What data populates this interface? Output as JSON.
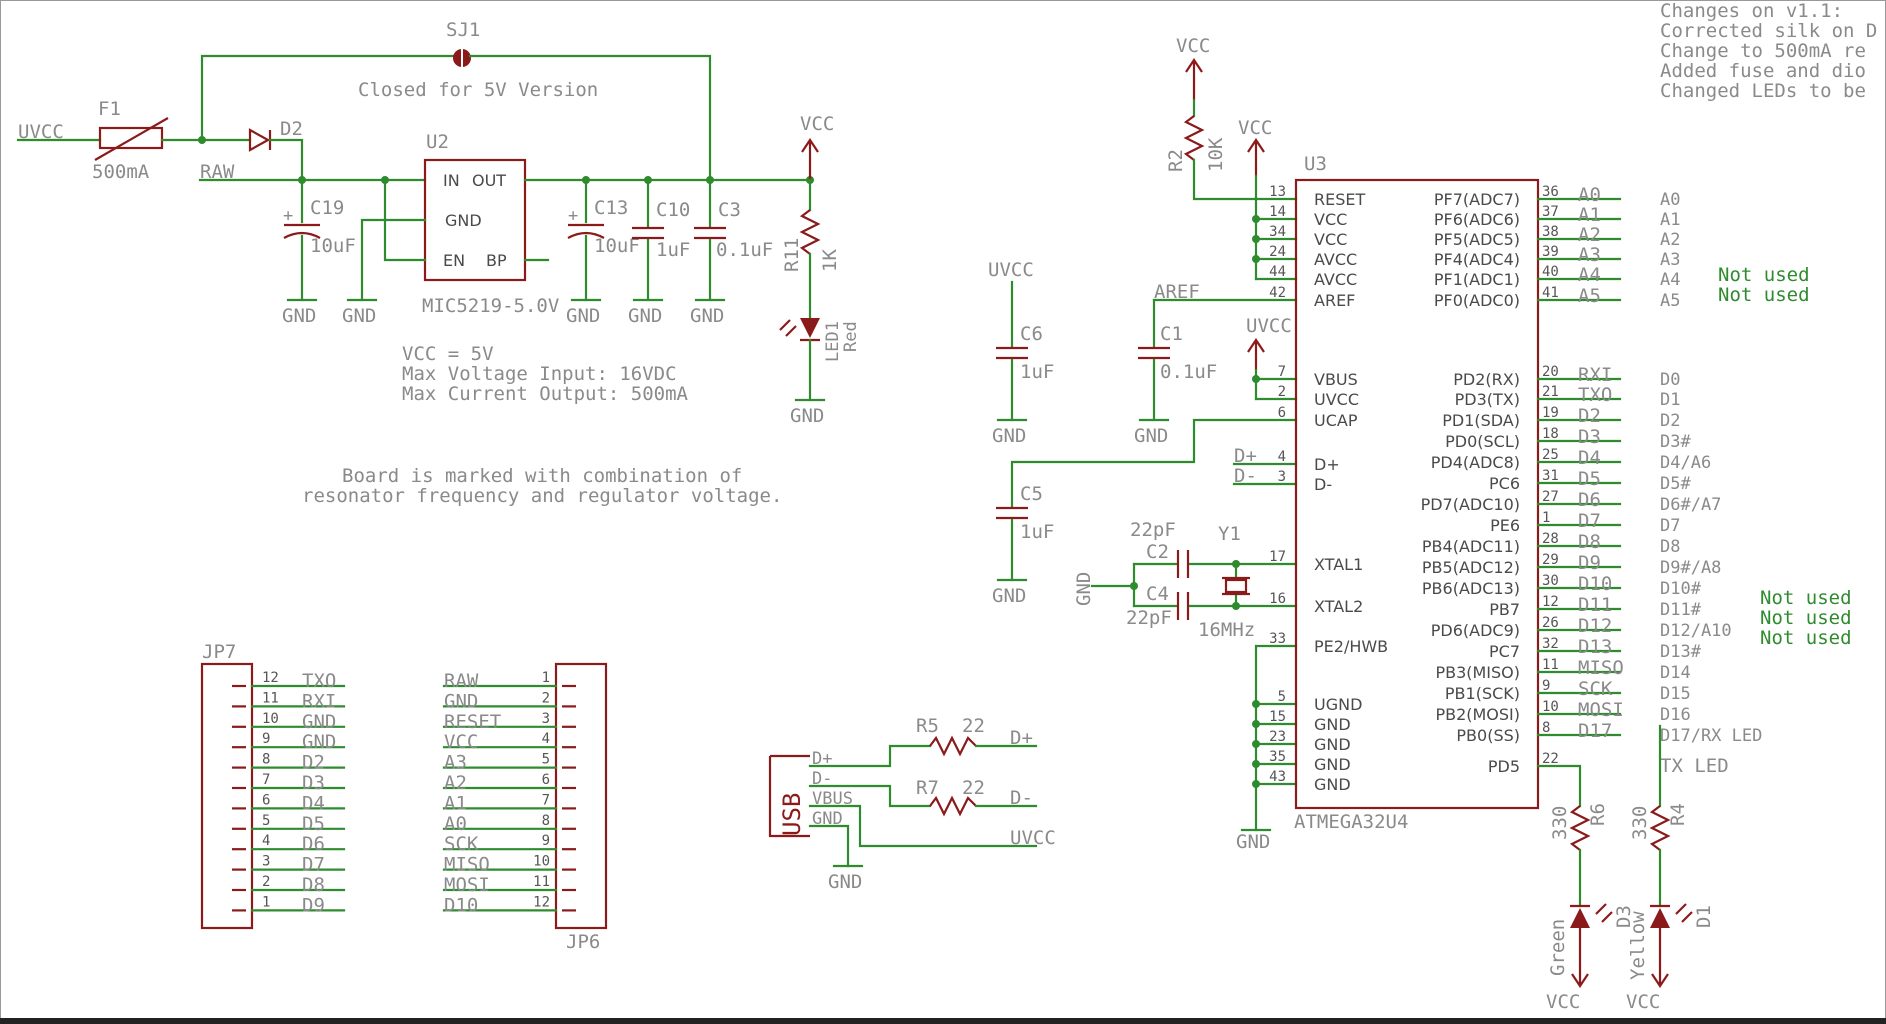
{
  "changes": {
    "header": "Changes on v1.1:",
    "line1": "Corrected silk on D",
    "line2": "Change to 500mA re",
    "line3": "Added fuse and dio",
    "line4": "Changed LEDs to be"
  },
  "power": {
    "uvcc": "UVCC",
    "f1": "F1",
    "f1_value": "500mA",
    "raw": "RAW",
    "d2": "D2",
    "sj1": "SJ1",
    "sj1_note": "Closed for 5V Version",
    "u2": "U2",
    "u2_in": "IN",
    "u2_out": "OUT",
    "u2_gnd": "GND",
    "u2_en": "EN",
    "u2_bp": "BP",
    "u2_part": "MIC5219-5.0V",
    "c19": "C19",
    "c19_val": "10uF",
    "c13": "C13",
    "c13_val": "10uF",
    "c10": "C10",
    "c10_val": "1uF",
    "c3": "C3",
    "c3_val": "0.1uF",
    "vcc": "VCC",
    "r11": "R11",
    "r11_val": "1K",
    "led1": "LED1",
    "led1_color": "Red",
    "gnd": "GND",
    "note1": "VCC = 5V",
    "note2": "Max Voltage Input: 16VDC",
    "note3": "Max Current Output: 500mA",
    "note4": "Board is marked with combination of",
    "note5": "resonator frequency and regulator voltage."
  },
  "mcu": {
    "u3": "U3",
    "part": "ATMEGA32U4",
    "r2": "R2",
    "r2_val": "10K",
    "vcc": "VCC",
    "uvcc": "UVCC",
    "aref": "AREF",
    "c6": "C6",
    "c6_val": "1uF",
    "c1": "C1",
    "c1_val": "0.1uF",
    "c5": "C5",
    "c5_val": "1uF",
    "c2": "C2",
    "c2_val": "22pF",
    "c4": "C4",
    "c4_val": "22pF",
    "y1": "Y1",
    "y1_val": "16MHz",
    "gnd": "GND",
    "dplus": "D+",
    "dminus": "D-",
    "not_used": "Not used",
    "tx_led": "TX LED",
    "r6": "R6",
    "r6_val": "330",
    "r4": "R4",
    "r4_val": "330",
    "d3": "D3",
    "d3_color": "Green",
    "d1": "D1",
    "d1_color": "Yellow",
    "left_pins": [
      {
        "num": "13",
        "name": "RESET"
      },
      {
        "num": "14",
        "name": "VCC"
      },
      {
        "num": "34",
        "name": "VCC"
      },
      {
        "num": "24",
        "name": "AVCC"
      },
      {
        "num": "44",
        "name": "AVCC"
      },
      {
        "num": "42",
        "name": "AREF"
      },
      {
        "num": "7",
        "name": "VBUS"
      },
      {
        "num": "2",
        "name": "UVCC"
      },
      {
        "num": "6",
        "name": "UCAP"
      },
      {
        "num": "4",
        "name": "D+"
      },
      {
        "num": "3",
        "name": "D-"
      },
      {
        "num": "17",
        "name": "XTAL1"
      },
      {
        "num": "16",
        "name": "XTAL2"
      },
      {
        "num": "33",
        "name": "PE2/HWB"
      },
      {
        "num": "5",
        "name": "UGND"
      },
      {
        "num": "15",
        "name": "GND"
      },
      {
        "num": "23",
        "name": "GND"
      },
      {
        "num": "35",
        "name": "GND"
      },
      {
        "num": "43",
        "name": "GND"
      }
    ],
    "right_pins": [
      {
        "num": "36",
        "name": "PF7(ADC7)",
        "net": "A0",
        "label": "A0"
      },
      {
        "num": "37",
        "name": "PF6(ADC6)",
        "net": "A1",
        "label": "A1"
      },
      {
        "num": "38",
        "name": "PF5(ADC5)",
        "net": "A2",
        "label": "A2"
      },
      {
        "num": "39",
        "name": "PF4(ADC4)",
        "net": "A3",
        "label": "A3"
      },
      {
        "num": "40",
        "name": "PF1(ADC1)",
        "net": "A4",
        "label": "A4"
      },
      {
        "num": "41",
        "name": "PF0(ADC0)",
        "net": "A5",
        "label": "A5"
      },
      {
        "num": "20",
        "name": "PD2(RX)",
        "net": "RXI",
        "label": "D0"
      },
      {
        "num": "21",
        "name": "PD3(TX)",
        "net": "TXO",
        "label": "D1"
      },
      {
        "num": "19",
        "name": "PD1(SDA)",
        "net": "D2",
        "label": "D2"
      },
      {
        "num": "18",
        "name": "PD0(SCL)",
        "net": "D3",
        "label": "D3#"
      },
      {
        "num": "25",
        "name": "PD4(ADC8)",
        "net": "D4",
        "label": "D4/A6"
      },
      {
        "num": "31",
        "name": "PC6",
        "net": "D5",
        "label": "D5#"
      },
      {
        "num": "27",
        "name": "PD7(ADC10)",
        "net": "D6",
        "label": "D6#/A7"
      },
      {
        "num": "1",
        "name": "PE6",
        "net": "D7",
        "label": "D7"
      },
      {
        "num": "28",
        "name": "PB4(ADC11)",
        "net": "D8",
        "label": "D8"
      },
      {
        "num": "29",
        "name": "PB5(ADC12)",
        "net": "D9",
        "label": "D9#/A8"
      },
      {
        "num": "30",
        "name": "PB6(ADC13)",
        "net": "D10",
        "label": "D10#"
      },
      {
        "num": "12",
        "name": "PB7",
        "net": "D11",
        "label": "D11#"
      },
      {
        "num": "26",
        "name": "PD6(ADC9)",
        "net": "D12",
        "label": "D12/A10"
      },
      {
        "num": "32",
        "name": "PC7",
        "net": "D13",
        "label": "D13#"
      },
      {
        "num": "11",
        "name": "PB3(MISO)",
        "net": "MISO",
        "label": "D14"
      },
      {
        "num": "9",
        "name": "PB1(SCK)",
        "net": "SCK",
        "label": "D15"
      },
      {
        "num": "10",
        "name": "PB2(MOSI)",
        "net": "MOSI",
        "label": "D16"
      },
      {
        "num": "8",
        "name": "PB0(SS)",
        "net": "D17",
        "label": "D17/RX LED"
      },
      {
        "num": "22",
        "name": "PD5",
        "net": "",
        "label": ""
      }
    ]
  },
  "usb": {
    "label": "USB",
    "dplus": "D+",
    "dminus": "D-",
    "vbus": "VBUS",
    "gnd": "GND",
    "r5": "R5",
    "r5_val": "22",
    "r7": "R7",
    "r7_val": "22",
    "net_dplus": "D+",
    "net_dminus": "D-",
    "net_uvcc": "UVCC",
    "net_gnd": "GND"
  },
  "jp7": {
    "name": "JP7",
    "pins": [
      {
        "num": "12",
        "net": "TXO"
      },
      {
        "num": "11",
        "net": "RXI"
      },
      {
        "num": "10",
        "net": "GND"
      },
      {
        "num": "9",
        "net": "GND"
      },
      {
        "num": "8",
        "net": "D2"
      },
      {
        "num": "7",
        "net": "D3"
      },
      {
        "num": "6",
        "net": "D4"
      },
      {
        "num": "5",
        "net": "D5"
      },
      {
        "num": "4",
        "net": "D6"
      },
      {
        "num": "3",
        "net": "D7"
      },
      {
        "num": "2",
        "net": "D8"
      },
      {
        "num": "1",
        "net": "D9"
      }
    ]
  },
  "jp6": {
    "name": "JP6",
    "pins": [
      {
        "num": "1",
        "net": "RAW"
      },
      {
        "num": "2",
        "net": "GND"
      },
      {
        "num": "3",
        "net": "RESET"
      },
      {
        "num": "4",
        "net": "VCC"
      },
      {
        "num": "5",
        "net": "A3"
      },
      {
        "num": "6",
        "net": "A2"
      },
      {
        "num": "7",
        "net": "A1"
      },
      {
        "num": "8",
        "net": "A0"
      },
      {
        "num": "9",
        "net": "SCK"
      },
      {
        "num": "10",
        "net": "MISO"
      },
      {
        "num": "11",
        "net": "MOSI"
      },
      {
        "num": "12",
        "net": "D10"
      }
    ]
  }
}
